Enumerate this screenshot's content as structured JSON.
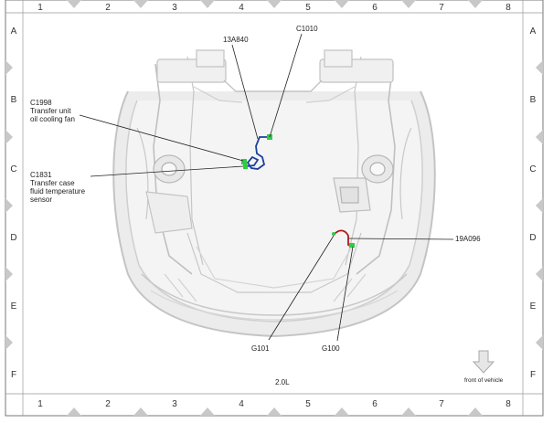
{
  "grid": {
    "columns": [
      "1",
      "2",
      "3",
      "4",
      "5",
      "6",
      "7",
      "8"
    ],
    "rows": [
      "A",
      "B",
      "C",
      "D",
      "E",
      "F"
    ]
  },
  "labels": {
    "c1998_id": "C1998",
    "c1998_line1": "Transfer unit",
    "c1998_line2": "oil cooling fan",
    "c1831_id": "C1831",
    "c1831_line1": "Transfer case",
    "c1831_line2": "fluid temperature",
    "c1831_line3": "sensor",
    "harness_13a840": "13A840",
    "connector_c1010": "C1010",
    "harness_19a096": "19A096",
    "ground_g101": "G101",
    "ground_g100": "G100"
  },
  "engine_label": "2.0L",
  "front_of_vehicle": "front of vehicle",
  "colors": {
    "harness_blue": "#1c3f9e",
    "harness_red": "#b01c1c",
    "connector_green": "#2ecc40",
    "body_gray": "#c8c8c8",
    "arrow_gray": "#bdbdbd"
  }
}
